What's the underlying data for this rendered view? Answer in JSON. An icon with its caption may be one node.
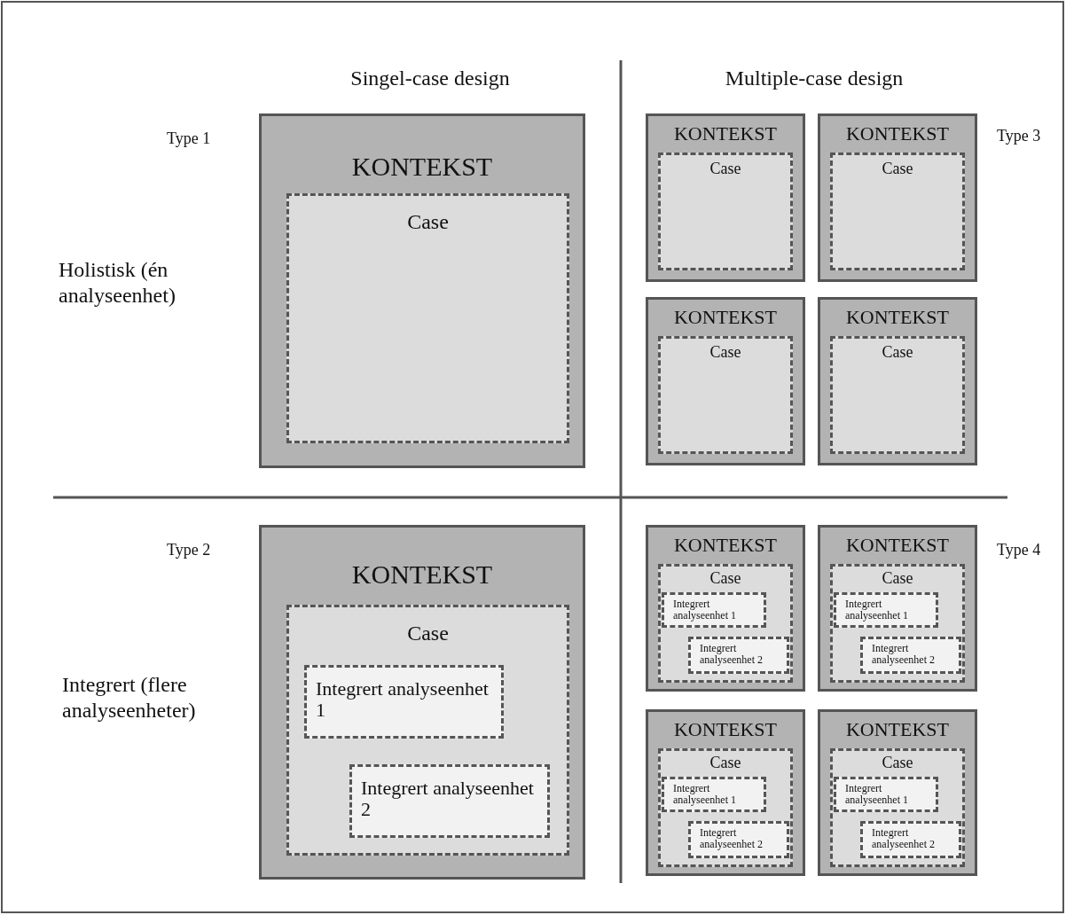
{
  "diagram": {
    "nodes": [
      {
        "text": [
          "KONTEKST"
        ]
      },
      {
        "text": [
          "Case"
        ],
        "in": 0
      },
      {
        "text": [
          "KONTEKST"
        ]
      },
      {
        "text": [
          "Case"
        ],
        "in": 2
      },
      {
        "text": [
          "KONTEKST"
        ]
      },
      {
        "text": [
          "Case"
        ],
        "in": 4
      },
      {
        "text": [
          "KONTEKST"
        ]
      },
      {
        "text": [
          "Case"
        ],
        "in": 6
      },
      {
        "text": [
          "KONTEKST"
        ]
      },
      {
        "text": [
          "Case"
        ],
        "in": 8
      },
      {
        "text": [
          "KONTEKST"
        ]
      },
      {
        "text": [
          "Case"
        ],
        "in": 10
      },
      {
        "text": [
          "Integrert analyseenhet 1"
        ],
        "in": 11
      },
      {
        "text": [
          "Integrert analyseenhet 2"
        ],
        "in": 11
      },
      {
        "text": [
          "KONTEKST"
        ]
      },
      {
        "text": [
          "Case"
        ],
        "in": 14
      },
      {
        "text": [
          "Integrert analyseenhet 1"
        ],
        "in": 15
      },
      {
        "text": [
          "Integrert analyseenhet 2"
        ],
        "in": 15
      },
      {
        "text": [
          "KONTEKST"
        ]
      },
      {
        "text": [
          "Case"
        ],
        "in": 18
      },
      {
        "text": [
          "Integrert analyseenhet 1"
        ],
        "in": 19
      },
      {
        "text": [
          "Integrert analyseenhet 2"
        ],
        "in": 19
      },
      {
        "text": [
          "KONTEKST"
        ]
      },
      {
        "text": [
          "Case"
        ],
        "in": 22
      },
      {
        "text": [
          "Integrert analyseenhet 1"
        ],
        "in": 23
      },
      {
        "text": [
          "Integrert analyseenhet 2"
        ],
        "in": 23
      },
      {
        "text": [
          "KONTEKST"
        ]
      },
      {
        "text": [
          "Case"
        ],
        "in": 26
      },
      {
        "text": [
          "Integrert analyseenhet 1"
        ],
        "in": 27
      },
      {
        "text": [
          "Integrert analyseenhet 2"
        ],
        "in": 27
      }
    ],
    "labels": [
      "Singel-case design",
      "Multiple-case design",
      "Type 1",
      "Type 3",
      "Holistisk (én analyseenhet)",
      "Type 2",
      "Type 4",
      "Integrert (flere analyseenheter)"
    ]
  }
}
